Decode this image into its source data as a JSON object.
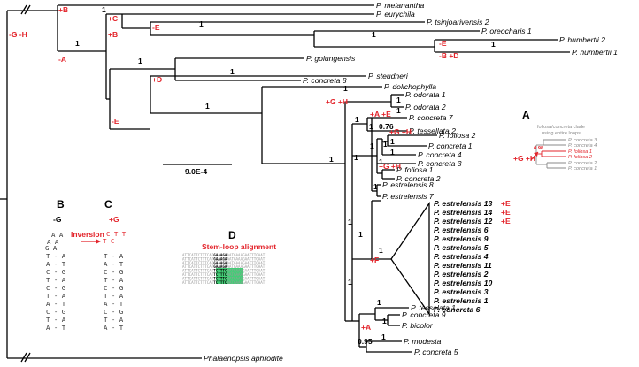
{
  "taxa": {
    "melanantha": "P. melanantha",
    "eurychila": "P. eurychila",
    "tsinjoarivensis2": "P. tsinjoarivensis 2",
    "oreocharis1": "P. oreocharis 1",
    "humbertii2": "P. humbertii 2",
    "humbertii1": "P. humbertii 1",
    "golungensis": "P. golungensis",
    "concreta8": "P. concreta 8",
    "steudneri": "P. steudneri",
    "dolichophylla": "P. dolichophylla",
    "odorata1": "P. odorata 1",
    "odorata2": "P. odorata 2",
    "concreta7": "P. concreta 7",
    "tessellata2": "P. tessellata 2",
    "foliosa2": "P. foliosa 2",
    "concreta1": "P. concreta 1",
    "concreta4": "P. concreta 4",
    "concreta3": "P. concreta 3",
    "foliosa1": "P. foliosa 1",
    "concreta2": "P. concreta 2",
    "estrelensis8": "P. estrelensis 8",
    "estrelensis7": "P. estrelensis 7",
    "tesselata1": "P. tesselata 1",
    "concreta9": "P. concreta 9",
    "bicolor": "P. bicolor",
    "modesta": "P. modesta",
    "concreta5": "P. concreta 5",
    "outgroup": "Phalaenopsis aphrodite"
  },
  "collapsed_clade": [
    "P. estrelensis 13",
    "P. estrelensis 14",
    "P. estrelensis 12",
    "P. estrelensis 6",
    "P. estrelensis 9",
    "P. estrelensis 5",
    "P. estrelensis 4",
    "P. estrelensis 11",
    "P. estrelensis 2",
    "P. estrelensis 10",
    "P. estrelensis 3",
    "P. estrelensis 1",
    "P. concreta 6"
  ],
  "collapsed_events": [
    "+E",
    "+E",
    "+E"
  ],
  "events": {
    "root_gh": "-G -H",
    "b_top": "+B",
    "c": "+C",
    "b_mid": "+B",
    "e_top": "-E",
    "a_neg": "-A",
    "e_hum": "-E",
    "bd_hum": "-B +D",
    "d": "+D",
    "e_mid": "-E",
    "gh_main": "+G +H",
    "ae": "+A +E",
    "gh_fol": "+G +H",
    "gh_fol1": "+G +H",
    "f": "+F",
    "a_pos": "+A"
  },
  "support": {
    "s1": "1",
    "s2": "1",
    "s3": "1",
    "s4": "1",
    "s5": "1",
    "s6": "1",
    "s7": "1",
    "s8": "1",
    "s9": "1",
    "s10": "1",
    "s11": "1",
    "s12": "1",
    "s13": "1",
    "s14": "1",
    "s15": "1",
    "s16": "1",
    "s17": "0.76",
    "s18": "1",
    "s19": "1",
    "s20": "1",
    "s21": "1",
    "s22": "1",
    "s23": "1",
    "s24": "1",
    "s25": "1",
    "s26": "1",
    "s27": "1",
    "s28": "1",
    "s29": "0.95",
    "s30": "1"
  },
  "scale_bar": "9.0E-4",
  "panel_a": {
    "label": "A",
    "title_line1": "foliosa/concreta clade",
    "title_line2": "using entire loops",
    "support": "0.98",
    "event": "+G +H",
    "taxa": [
      "P. concreta 3",
      "P. concreta 4",
      "P. foliosa 1",
      "P. foliosa 2",
      "P. concreta 2",
      "P. concreta 1"
    ]
  },
  "panel_b": {
    "label": "B",
    "event": "-G"
  },
  "panel_c": {
    "label": "C",
    "event": "+G",
    "inversion": "Inversion"
  },
  "panel_d": {
    "label": "D",
    "title": "Stem-loop alignment",
    "rows": [
      {
        "l": "ATTCATTCTTTCAT",
        "m": "GAAAGA",
        "r": "AATGAAAGAATTTGAAT"
      },
      {
        "l": "ATTCATTCTTTCAT",
        "m": "GAAAGA",
        "r": "AATGAAAGAATTTGAAT"
      },
      {
        "l": "ATTCATTCTTTCAT",
        "m": "GAAAGA",
        "r": "AATGAAAGAATTTGAAT"
      },
      {
        "l": "ATTCATTCTTTCAT",
        "m": "GAAAGA",
        "r": "AATGAAAGAATTTGAAT"
      },
      {
        "l": "ATTCATTCTTTCAT",
        "m": "TCTTTC",
        "r": "AATGAAAGAATTTGAAT"
      },
      {
        "l": "ATTCATTCTTTCAT",
        "m": "TCTTTC",
        "r": "AATGAAAGAATTTGAAT"
      },
      {
        "l": "ATTCATTCTTTCAT",
        "m": "TCTTTC",
        "r": "AATGAAAGAATTTGAAT"
      },
      {
        "l": "ATTCATTCTTTCAT",
        "m": "TCTTTC",
        "r": "AATGAAAGAATTTGAAT"
      }
    ]
  },
  "colors": {
    "event": "#e3242b",
    "branch": "#000000",
    "alignment_highlight": "#22c55e"
  }
}
